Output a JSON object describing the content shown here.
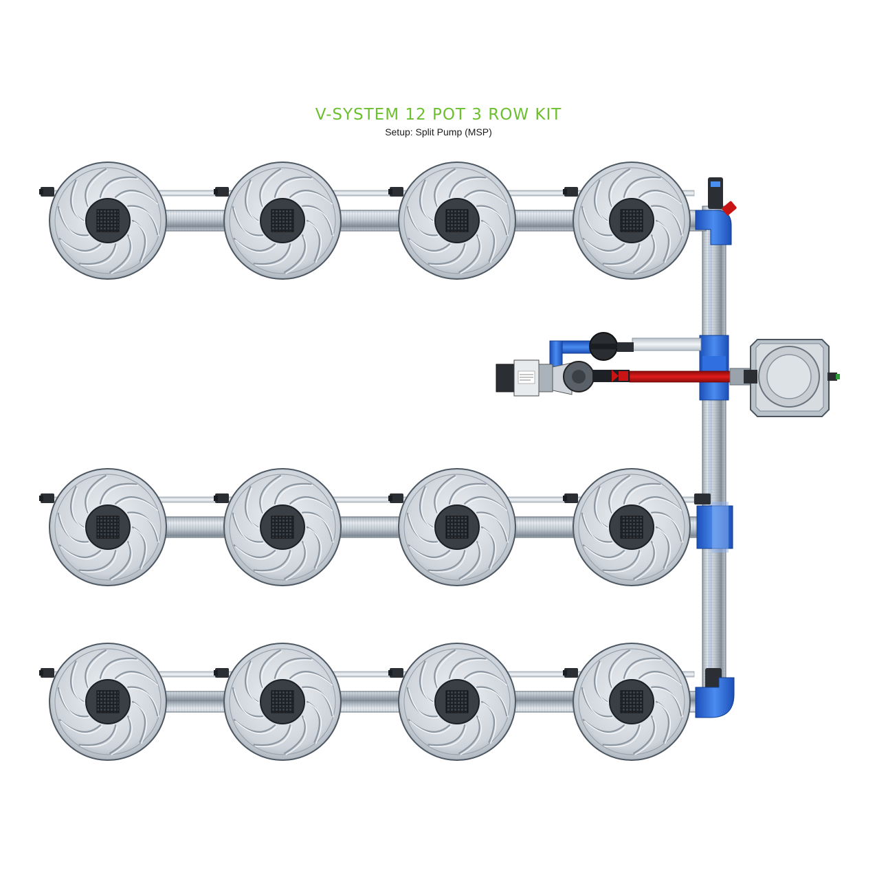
{
  "header": {
    "title": "V-SYSTEM 12 POT 3 ROW KIT",
    "subtitle": "Setup: Split Pump (MSP)"
  },
  "colors": {
    "title_green": "#6cbf2e",
    "fitting_blue": "#2f6fe0",
    "feed_red": "#cc1111",
    "pot_grey": "#c9ced6",
    "pipe_grey": "#b8c2cc"
  },
  "layout": {
    "rows": 3,
    "pots_per_row": 4
  },
  "components": {
    "pot_icon": "pot-icon",
    "tank_icon": "reservoir-tank-icon",
    "pump_icon": "pump-icon",
    "filter_icon": "filter-housing-icon"
  }
}
